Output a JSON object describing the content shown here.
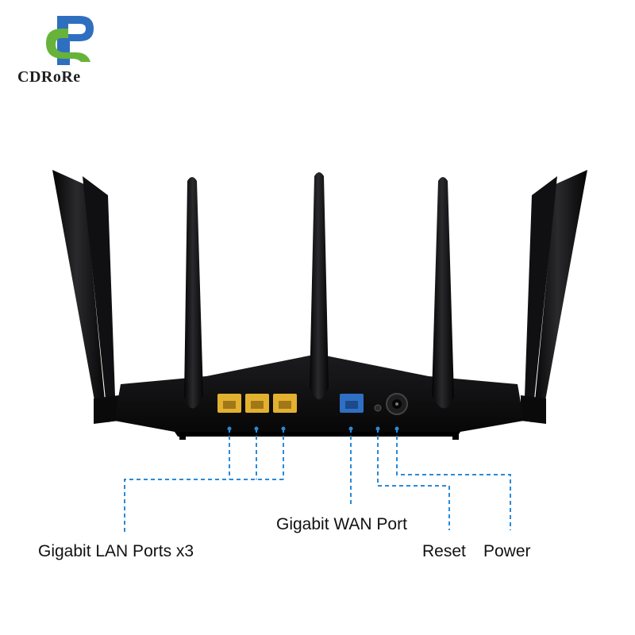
{
  "brand": {
    "logo_icon": "cdrore-logo-icon",
    "name": "CDRoRe"
  },
  "product": {
    "port_labels": {
      "lan": "Gigabit LAN Ports x3",
      "wan": "Gigabit WAN Port",
      "reset": "Reset",
      "power": "Power"
    }
  },
  "colors": {
    "router_body": "#0c0c0e",
    "lan_port": "#e3b130",
    "wan_port": "#2f6fc4",
    "callout_line": "#2a8ad8",
    "logo_blue": "#2f6fc0",
    "logo_green": "#67b33a"
  }
}
